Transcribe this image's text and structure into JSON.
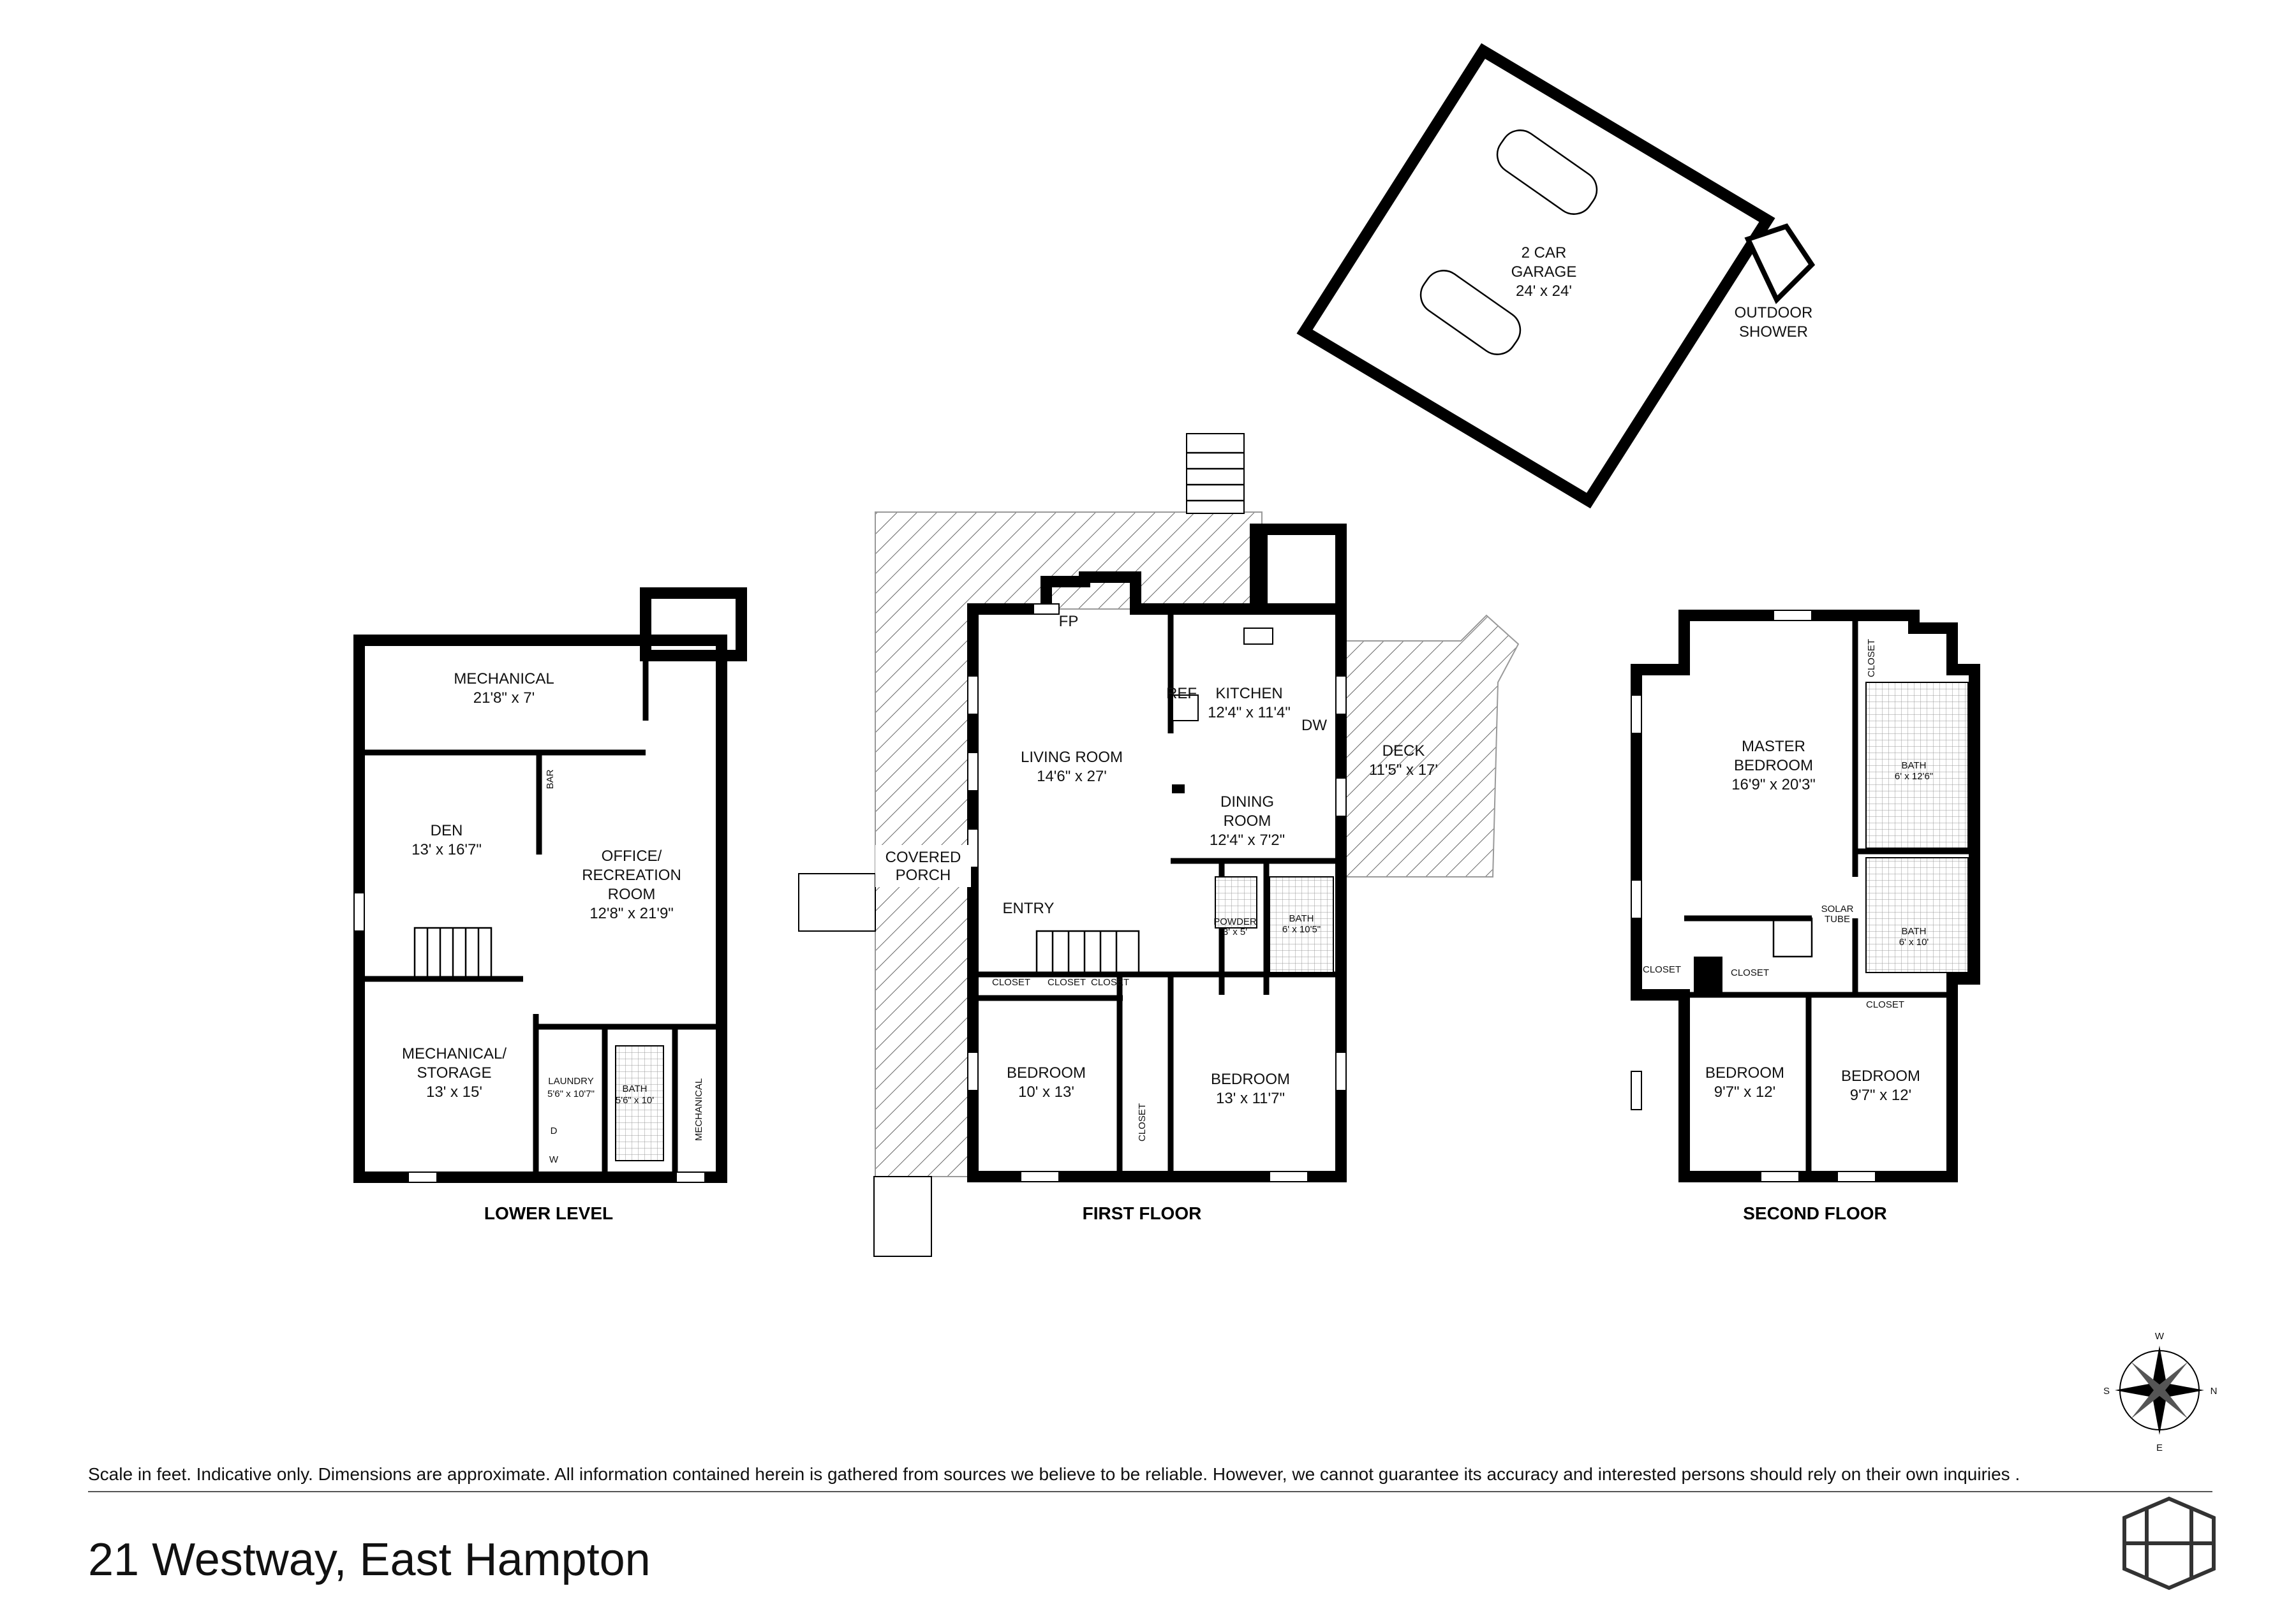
{
  "title": "21 Westway, East Hampton",
  "disclaimer": "Scale in feet. Indicative only. Dimensions are approximate. All information contained herein is gathered from sources we believe to be reliable. However, we cannot guarantee its accuracy and interested persons should rely on their own inquiries .",
  "floors": {
    "lower": {
      "name": "LOWER LEVEL",
      "rooms": {
        "mechanical_top": {
          "name": "MECHANICAL",
          "dim": "21'8\" x 7'"
        },
        "den": {
          "name": "DEN",
          "dim": "13' x 16'7\""
        },
        "office_line1": "OFFICE/",
        "office_line2": "RECREATION",
        "office_line3": "ROOM",
        "office_dim": "12'8\" x 21'9\"",
        "mech_storage_line1": "MECHANICAL/",
        "mech_storage_line2": "STORAGE",
        "mech_storage_dim": "13' x 15'",
        "laundry": {
          "name": "LAUNDRY",
          "dim": "5'6\" x 10'7\""
        },
        "bath": {
          "name": "BATH",
          "dim": "5'6\" x 10'"
        },
        "mechanical_side": "MECHANICAL",
        "bar": "BAR",
        "dryer": "D",
        "washer": "W"
      }
    },
    "first": {
      "name": "FIRST FLOOR",
      "rooms": {
        "living": {
          "name": "LIVING ROOM",
          "dim": "14'6\" x 27'"
        },
        "kitchen": {
          "name": "KITCHEN",
          "dim": "12'4\" x 11'4\""
        },
        "dining_line1": "DINING",
        "dining_line2": "ROOM",
        "dining_dim": "12'4\" x 7'2\"",
        "deck": {
          "name": "DECK",
          "dim": "11'5\" x 17'"
        },
        "covered_line1": "COVERED",
        "covered_line2": "PORCH",
        "entry": "ENTRY",
        "fp": "FP",
        "ref": "REF",
        "dw": "DW",
        "powder": {
          "name": "POWDER",
          "dim": "3' x 5'"
        },
        "bath": {
          "name": "BATH",
          "dim": "6' x 10'5\""
        },
        "closet_a": "CLOSET",
        "closet_b": "CLOSET",
        "closet_c": "CLOSET",
        "closet_d": "CLOSET",
        "bedroom_left": {
          "name": "BEDROOM",
          "dim": "10' x 13'"
        },
        "bedroom_right": {
          "name": "BEDROOM",
          "dim": "13' x 11'7\""
        }
      }
    },
    "garage": {
      "name_line1": "2 CAR",
      "name_line2": "GARAGE",
      "dim": "24' x 24'",
      "shower_line1": "OUTDOOR",
      "shower_line2": "SHOWER"
    },
    "second": {
      "name": "SECOND FLOOR",
      "rooms": {
        "master_line1": "MASTER",
        "master_line2": "BEDROOM",
        "master_dim": "16'9\" x 20'3\"",
        "bath_top": {
          "name": "BATH",
          "dim": "6' x 12'6\""
        },
        "bath_mid": {
          "name": "BATH",
          "dim": "6' x 10'"
        },
        "solar_line1": "SOLAR",
        "solar_line2": "TUBE",
        "closet_top": "CLOSET",
        "closet_left": "CLOSET",
        "closet_mid": "CLOSET",
        "closet_right": "CLOSET",
        "bedroom_left": {
          "name": "BEDROOM",
          "dim": "9'7\" x 12'"
        },
        "bedroom_right": {
          "name": "BEDROOM",
          "dim": "9'7\" x 12'"
        }
      }
    }
  },
  "compass": {
    "w": "W",
    "e": "E",
    "s": "S",
    "n": "N"
  }
}
